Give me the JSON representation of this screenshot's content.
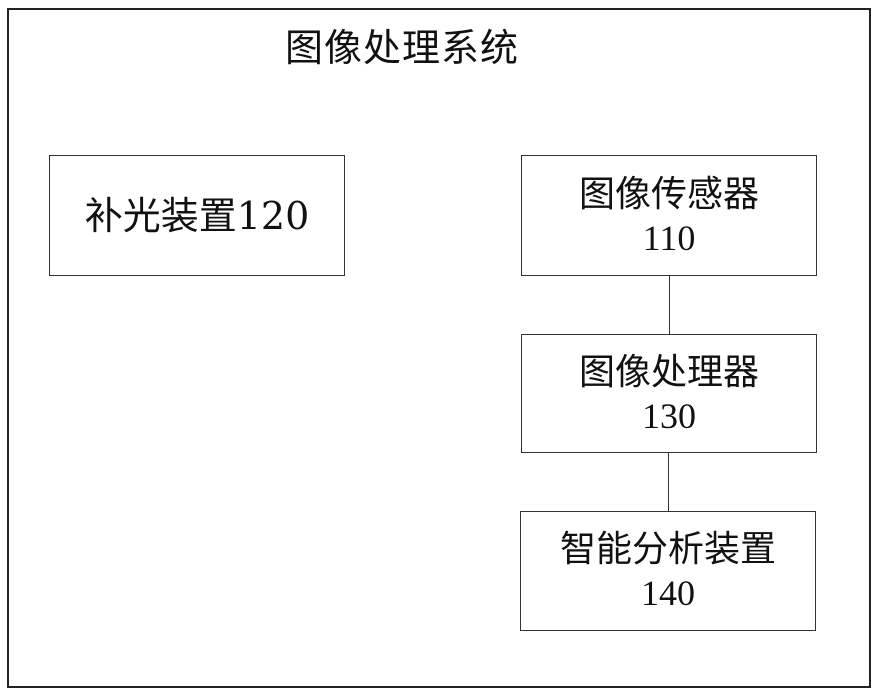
{
  "diagram": {
    "title": "图像处理系统",
    "nodes": [
      {
        "id": "120",
        "label": "补光装置120",
        "number": ""
      },
      {
        "id": "110",
        "label": "图像传感器",
        "number": "110"
      },
      {
        "id": "130",
        "label": "图像处理器",
        "number": "130"
      },
      {
        "id": "140",
        "label": "智能分析装置",
        "number": "140"
      }
    ],
    "edges": [
      {
        "from": "110",
        "to": "130"
      },
      {
        "from": "130",
        "to": "140"
      }
    ],
    "colors": {
      "line": "#333333",
      "background": "#ffffff",
      "text": "#111111"
    }
  }
}
